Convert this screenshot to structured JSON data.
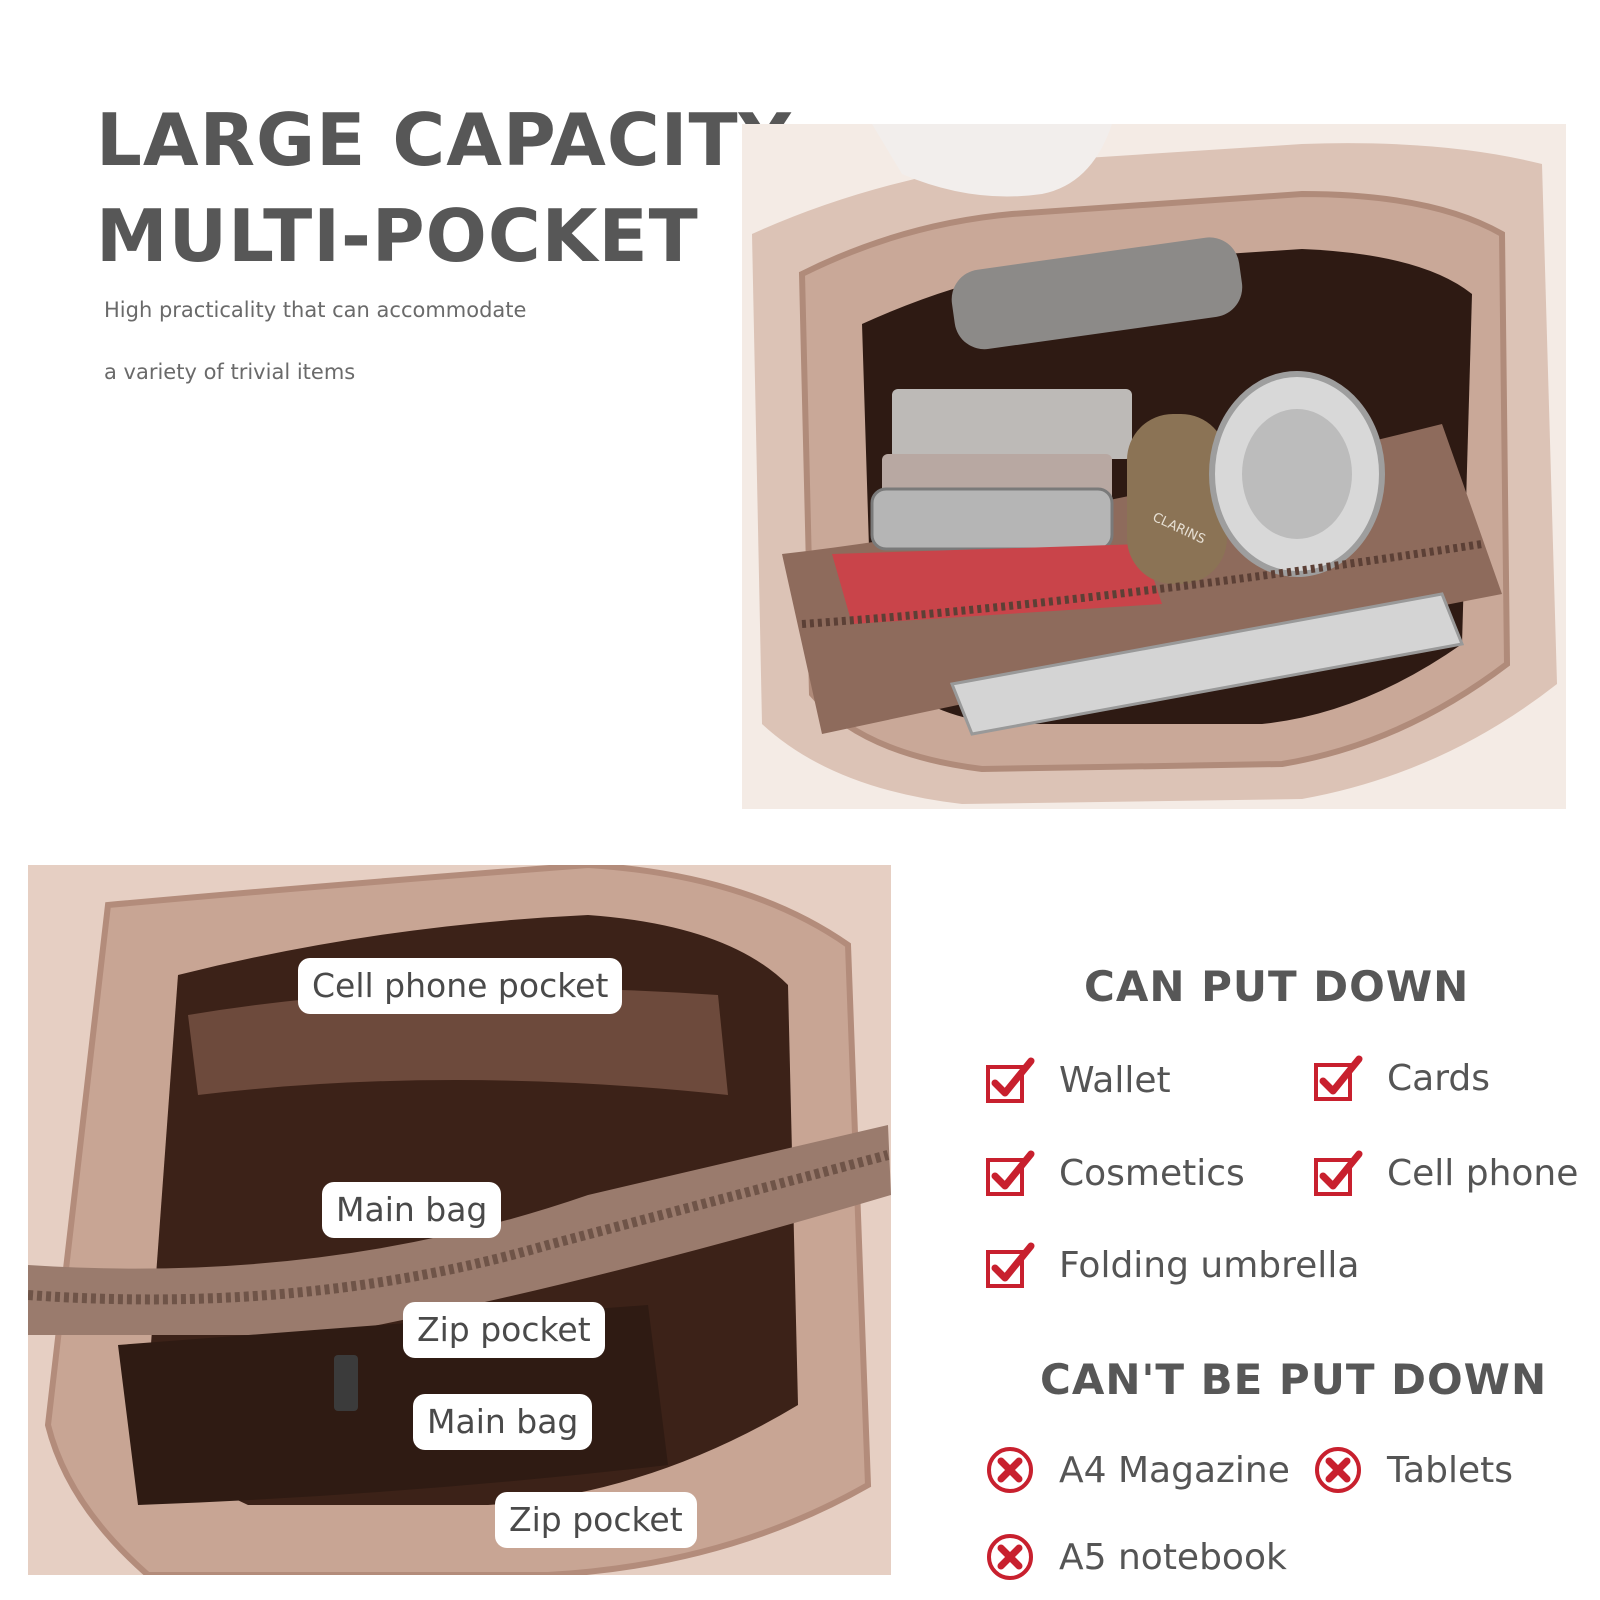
{
  "hero": {
    "title_line1": "LARGE CAPACITY",
    "title_line2": "MULTI-POCKET",
    "subtitle_line1": "High practicality that can accommodate",
    "subtitle_line2": "a variety of trivial items"
  },
  "photo_top": {
    "label": "CLARINS"
  },
  "callouts": {
    "cell_phone_pocket": "Cell phone pocket",
    "main_bag_1": "Main bag",
    "zip_pocket_1": "Zip pocket",
    "main_bag_2": "Main bag",
    "zip_pocket_2": "Zip pocket"
  },
  "can_put_down": {
    "title": "CAN PUT DOWN",
    "items": [
      "Wallet",
      "Cards",
      "Cosmetics",
      "Cell phone",
      "Folding umbrella"
    ]
  },
  "cant_put_down": {
    "title": "CAN'T BE PUT DOWN",
    "items": [
      "A4 Magazine",
      "Tablets",
      "A5 notebook"
    ]
  },
  "colors": {
    "accent_red": "#c8202e",
    "heading_gray": "#575757",
    "bag_leather": "#d9bfb2",
    "bag_lining": "#3e2419"
  }
}
